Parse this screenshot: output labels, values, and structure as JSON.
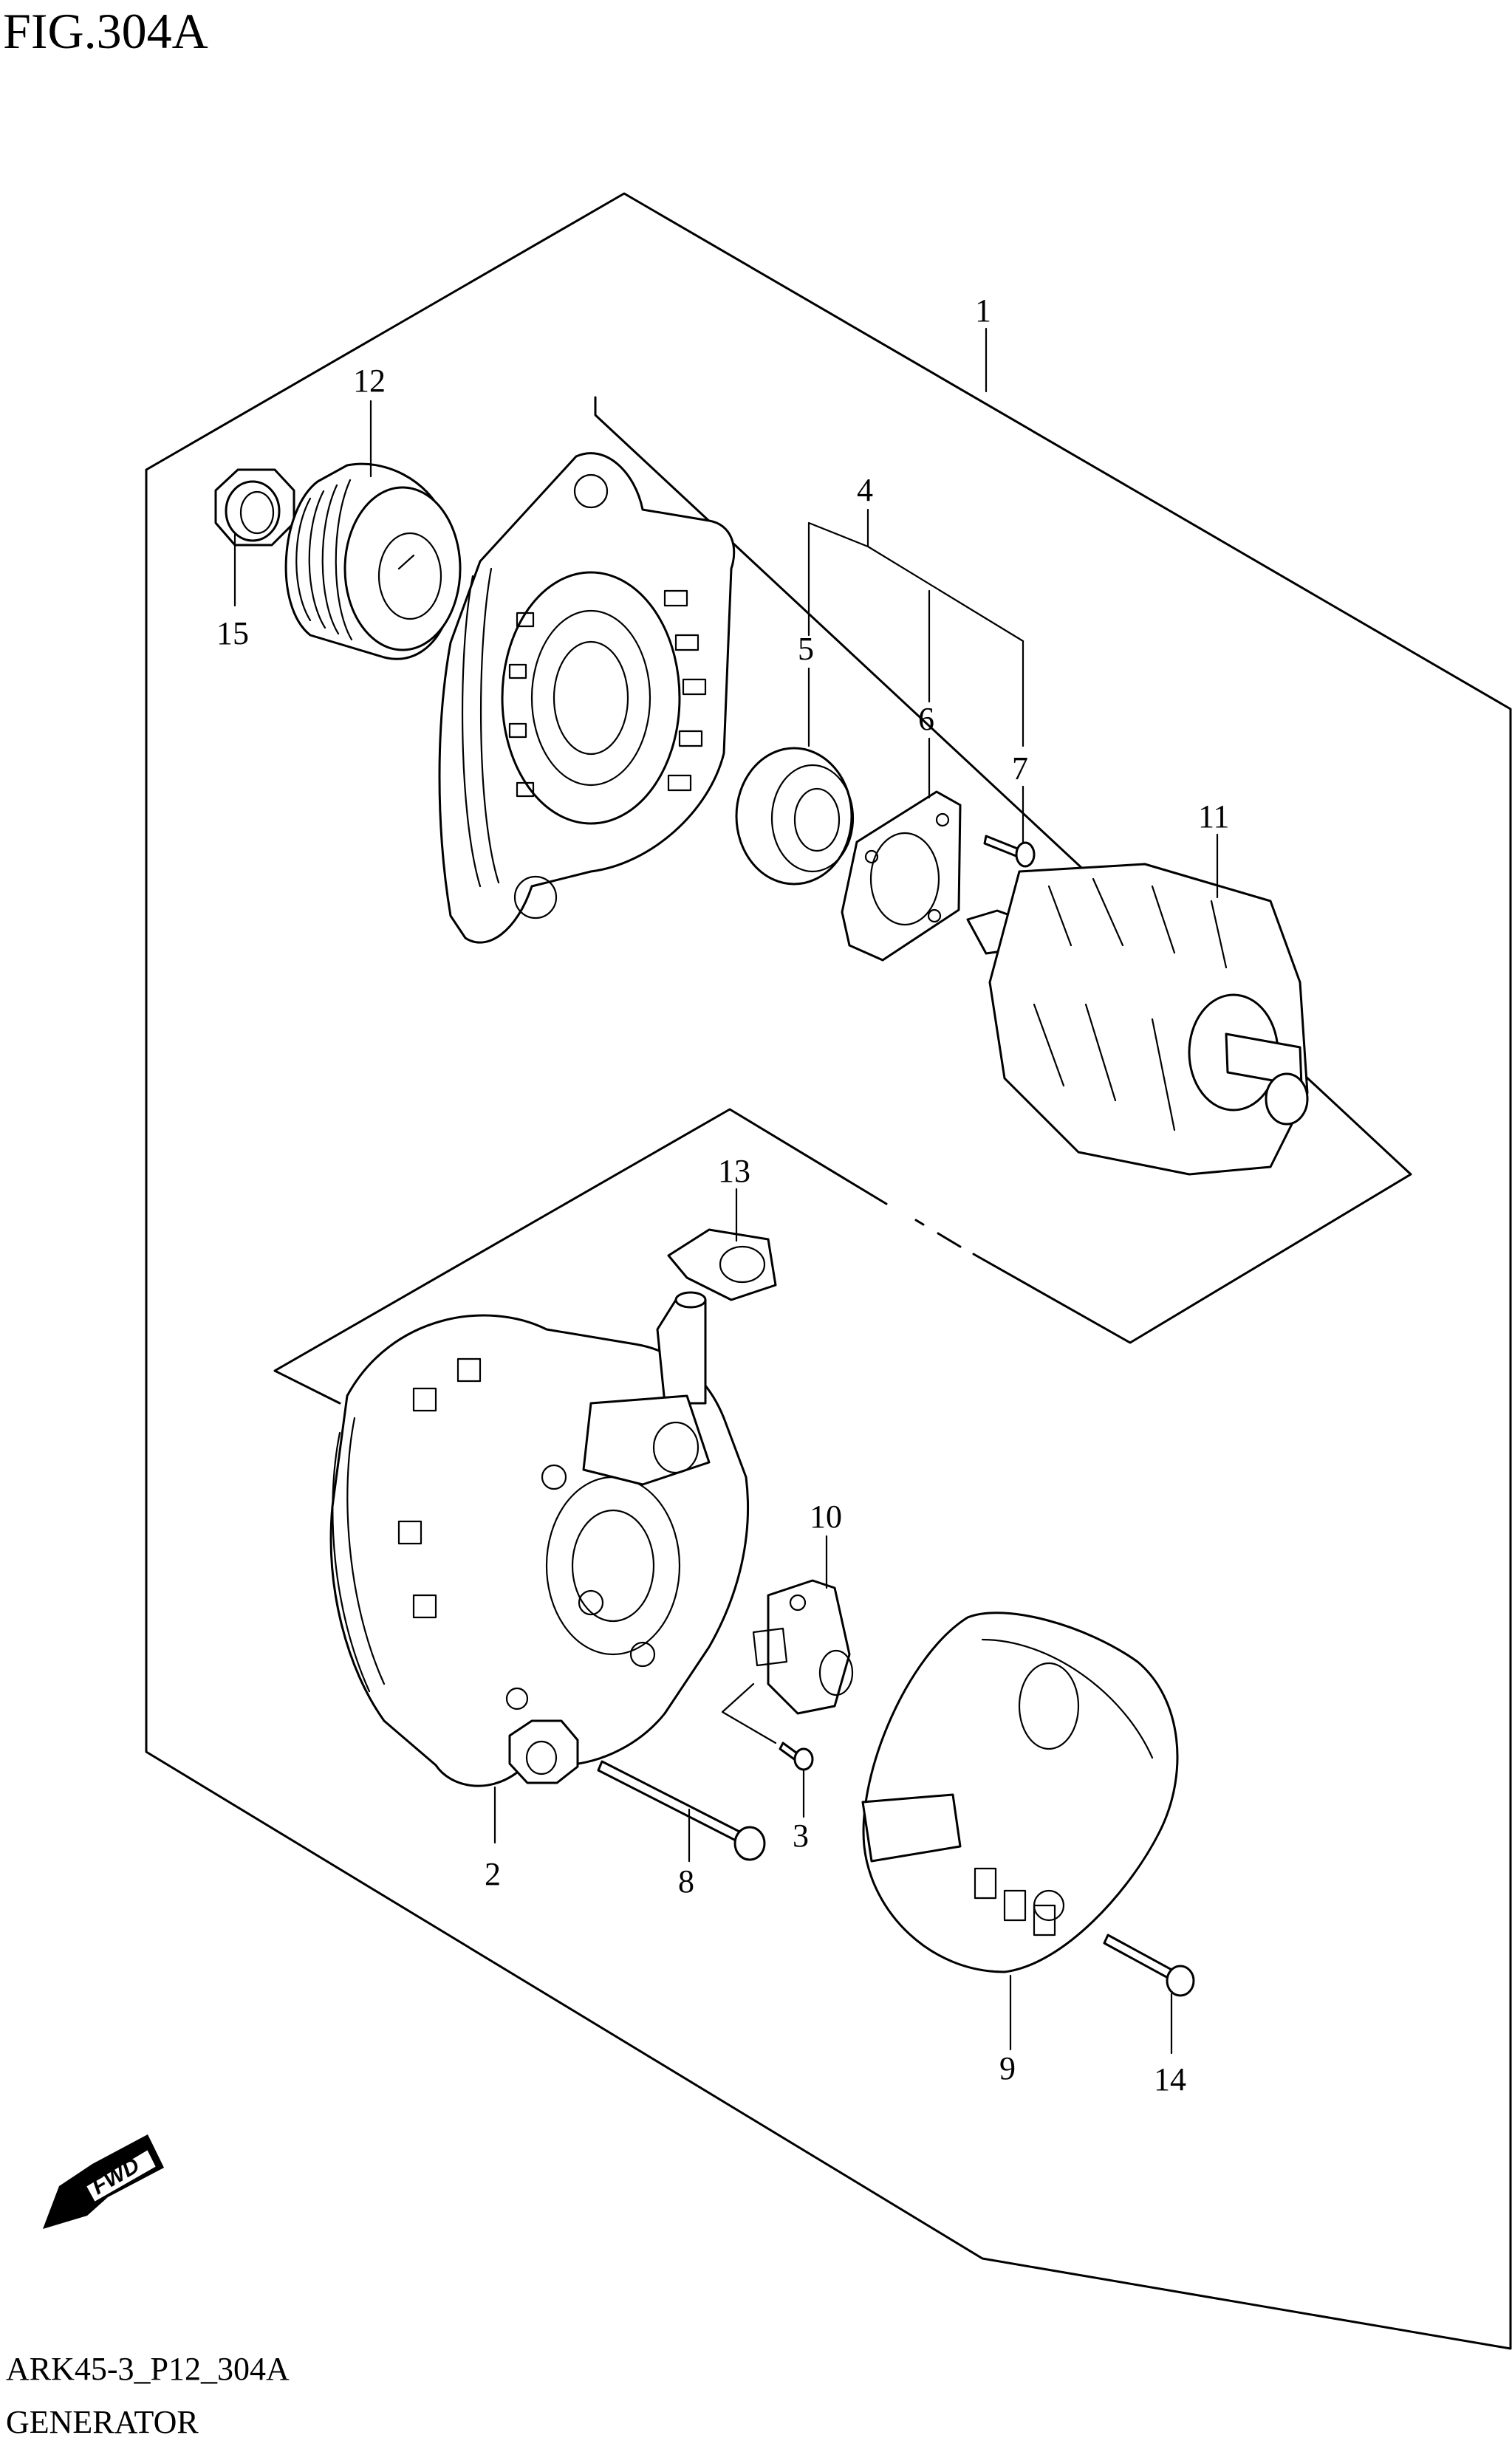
{
  "header": {
    "figure_title": "FIG.304A"
  },
  "footer": {
    "code": "ARK45-3_P12_304A",
    "name": "GENERATOR"
  },
  "fwd_badge": "FWD",
  "callouts": [
    {
      "id": "1",
      "label": "1"
    },
    {
      "id": "2",
      "label": "2"
    },
    {
      "id": "3",
      "label": "3"
    },
    {
      "id": "4",
      "label": "4"
    },
    {
      "id": "5",
      "label": "5"
    },
    {
      "id": "6",
      "label": "6"
    },
    {
      "id": "7",
      "label": "7"
    },
    {
      "id": "8",
      "label": "8"
    },
    {
      "id": "9",
      "label": "9"
    },
    {
      "id": "10",
      "label": "10"
    },
    {
      "id": "11",
      "label": "11"
    },
    {
      "id": "12",
      "label": "12"
    },
    {
      "id": "13",
      "label": "13"
    },
    {
      "id": "14",
      "label": "14"
    },
    {
      "id": "15",
      "label": "15"
    }
  ]
}
